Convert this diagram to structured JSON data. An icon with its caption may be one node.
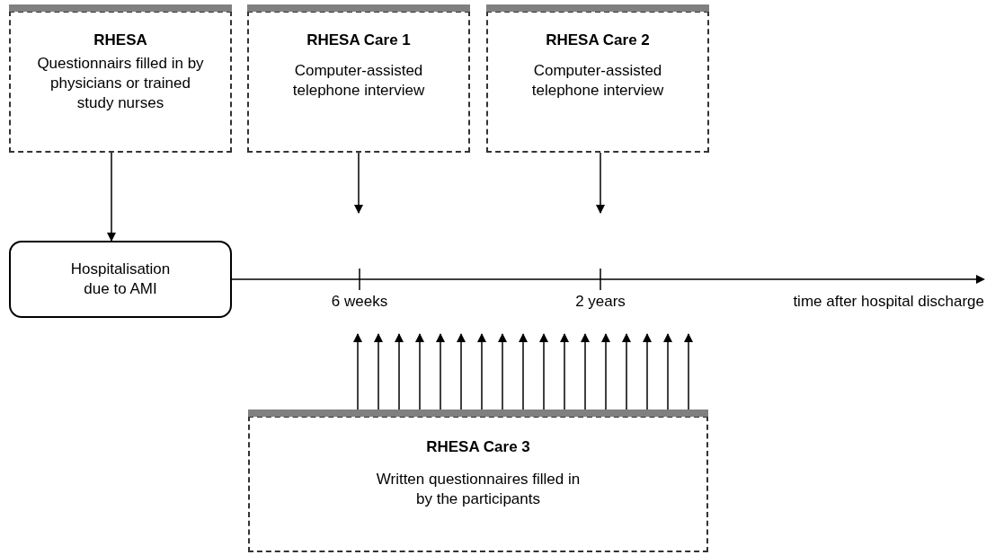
{
  "diagram": {
    "nodes": [
      {
        "text": [
          "RHESA",
          "Questionnairs filled in by physicians or trained study nurses"
        ]
      },
      {
        "text": [
          "RHESA Care 1",
          "Computer-assisted telephone interview"
        ]
      },
      {
        "text": [
          "RHESA Care 2",
          "Computer-assisted telephone interview"
        ]
      },
      {
        "text": [
          "Hospitalisation due to AMI"
        ]
      },
      {
        "text": [
          "RHESA Care 3",
          "Written questionnaires filled in by the participants"
        ]
      }
    ],
    "edges": [
      {
        "from": 0,
        "to": 3,
        "arrow": "to"
      },
      {
        "from": 1,
        "to": null,
        "arrow": "to"
      },
      {
        "from": 2,
        "to": null,
        "arrow": "to"
      },
      {
        "from": 4,
        "to": null,
        "arrow": "to"
      },
      {
        "from": 4,
        "to": null,
        "arrow": "to"
      },
      {
        "from": 4,
        "to": null,
        "arrow": "to"
      },
      {
        "from": 4,
        "to": null,
        "arrow": "to"
      },
      {
        "from": 4,
        "to": null,
        "arrow": "to"
      },
      {
        "from": 4,
        "to": null,
        "arrow": "to"
      },
      {
        "from": 4,
        "to": null,
        "arrow": "to"
      },
      {
        "from": 4,
        "to": null,
        "arrow": "to"
      },
      {
        "from": 4,
        "to": null,
        "arrow": "to"
      },
      {
        "from": 4,
        "to": null,
        "arrow": "to"
      },
      {
        "from": 4,
        "to": null,
        "arrow": "to"
      },
      {
        "from": 4,
        "to": null,
        "arrow": "to"
      },
      {
        "from": 4,
        "to": null,
        "arrow": "to"
      },
      {
        "from": 4,
        "to": null,
        "arrow": "to"
      },
      {
        "from": 4,
        "to": null,
        "arrow": "to"
      },
      {
        "from": 4,
        "to": null,
        "arrow": "to"
      },
      {
        "from": 4,
        "to": null,
        "arrow": "to"
      }
    ],
    "labels": [
      "6 weeks",
      "2 years",
      "time after hospital discharge"
    ]
  }
}
